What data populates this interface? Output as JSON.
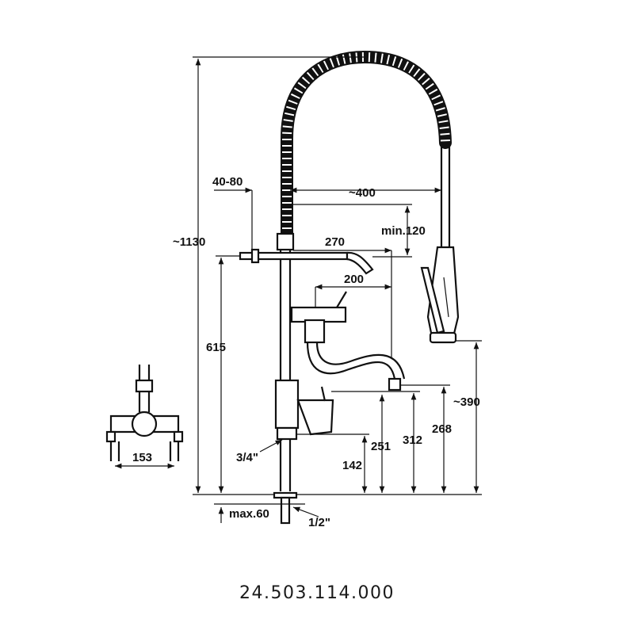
{
  "part_number": "24.503.114.000",
  "dimensions": {
    "total_height": "~1130",
    "mount_range": "40-80",
    "reach": "~400",
    "min_clearance": "min.120",
    "arm_length": "270",
    "spout_length": "200",
    "arm_height": "615",
    "spray_height": "~390",
    "h268": "268",
    "h312": "312",
    "h251": "251",
    "h142": "142",
    "inlet_size": "3/4\"",
    "deck_thickness": "max.60",
    "thread_size": "1/2\"",
    "wall_spacing": "153"
  }
}
